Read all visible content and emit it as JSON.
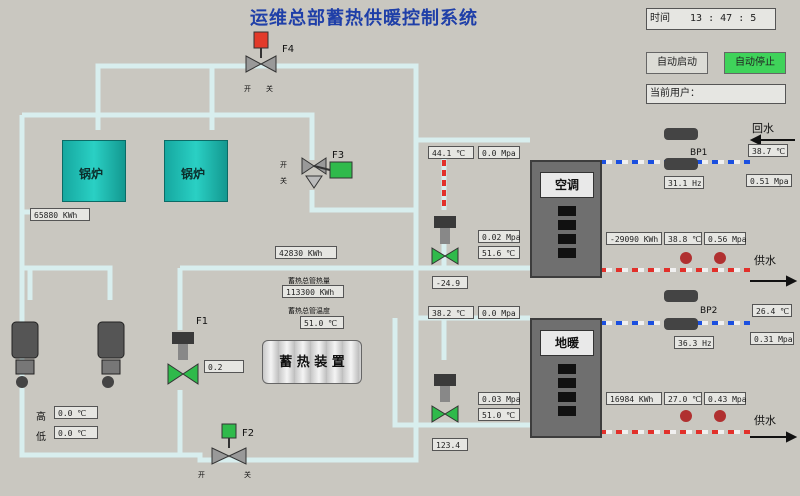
{
  "title": "运维总部蓄热供暖控制系统",
  "time": {
    "label": "时间",
    "value": "13 : 47 : 5"
  },
  "buttons": {
    "start": "自动启动",
    "stop": "自动停止"
  },
  "current_user_label": "当前用户：",
  "boilers": [
    "锅炉",
    "锅炉"
  ],
  "valves": {
    "F1": {
      "label": "F1",
      "value": "0.2"
    },
    "F2": {
      "label": "F2",
      "open": "开",
      "close": "关"
    },
    "F3": {
      "label": "F3",
      "open": "开",
      "close": "关"
    },
    "F4": {
      "label": "F4",
      "open": "开",
      "close": "关"
    }
  },
  "meters": {
    "boiler_energy": "65880  KWh",
    "storage_energy": "42830  KWh",
    "storage_total_label": "蓄热总管热量",
    "storage_total": "113300  KWh",
    "storage_temp_label": "蓄热总管温度",
    "storage_temp": "51.0  ℃"
  },
  "storage_device": "蓄 热 装 置",
  "high_low": {
    "high_label": "高",
    "high": "0.0  ℃",
    "low_label": "低",
    "low": "0.0  ℃"
  },
  "ac": {
    "label": "空调",
    "temp_top": "44.1  ℃",
    "pressure_top": "0.0  Mpa",
    "valve_pressure": "0.02 Mpa",
    "valve_temp": "51.6  ℃",
    "valve_value": "-24.9",
    "energy": "-29090  KWh",
    "supply_temp": "38.8  ℃",
    "supply_pressure": "0.56  Mpa",
    "bp_label": "BP1",
    "bp_hz": "31.1  Hz",
    "return_temp": "38.7  ℃",
    "return_pressure": "0.51 Mpa",
    "return_label": "回水",
    "supply_label": "供水"
  },
  "floor": {
    "label": "地暖",
    "temp_top": "38.2  ℃",
    "pressure_top": "0.0  Mpa",
    "valve_pressure": "0.03 Mpa",
    "valve_temp": "51.0  ℃",
    "valve_value": "123.4",
    "energy": "16984  KWh",
    "supply_temp": "27.0  ℃",
    "supply_pressure": "0.43  Mpa",
    "bp_label": "BP2",
    "bp_hz": "36.3  Hz",
    "return_temp": "26.4  ℃",
    "return_pressure": "0.31  Mpa",
    "supply_label": "供水"
  }
}
